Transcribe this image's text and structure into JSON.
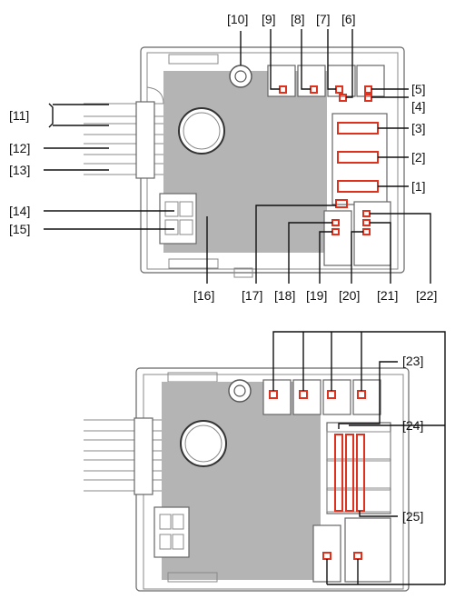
{
  "figure": {
    "top_labels": {
      "l10": "[10]",
      "l9": "[9]",
      "l8": "[8]",
      "l7": "[7]",
      "l6": "[6]",
      "l5": "[5]",
      "l4": "[4]",
      "l3": "[3]",
      "l2": "[2]",
      "l1": "[1]",
      "l11": "[11]",
      "l12": "[12]",
      "l13": "[13]",
      "l14": "[14]",
      "l15": "[15]",
      "l16": "[16]",
      "l17": "[17]",
      "l18": "[18]",
      "l19": "[19]",
      "l20": "[20]",
      "l21": "[21]",
      "l22": "[22]"
    },
    "bottom_labels": {
      "l23": "[23]",
      "l24": "[24]",
      "l25": "[25]"
    },
    "colors": {
      "highlight": "#e0301e",
      "panel": "#b4b4b4",
      "outline": "#666666"
    }
  }
}
